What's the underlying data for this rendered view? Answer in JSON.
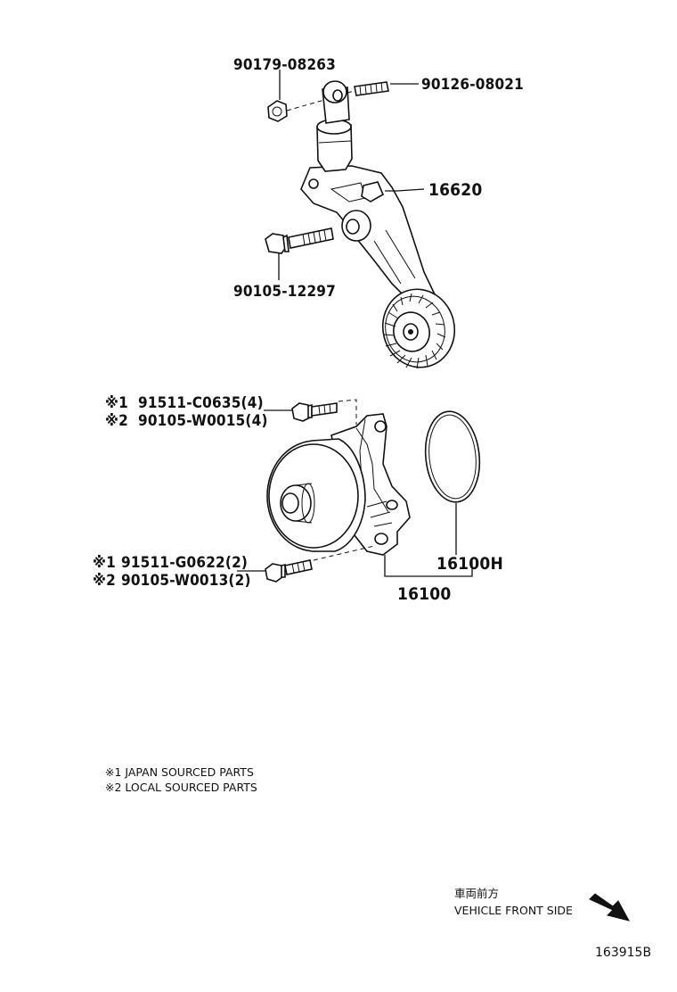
{
  "callouts": {
    "nut": "90179-08263",
    "stud": "90126-08021",
    "tensioner": "16620",
    "bolt": "90105-12297",
    "bolt_upper_jp": "91511-C0635(4)",
    "bolt_upper_local": "90105-W0015(4)",
    "bolt_lower_jp": "91511-G0622(2)",
    "bolt_lower_local": "90105-W0013(2)",
    "gasket": "16100H",
    "water_pump": "16100"
  },
  "marks": {
    "m1": "※1",
    "m2": "※2"
  },
  "legend": {
    "line1": "※1 JAPAN SOURCED PARTS",
    "line2": "※2 LOCAL SOURCED PARTS"
  },
  "orientation": {
    "japanese": "車両前方",
    "english": "VEHICLE FRONT SIDE"
  },
  "illustration_code": "163915B"
}
